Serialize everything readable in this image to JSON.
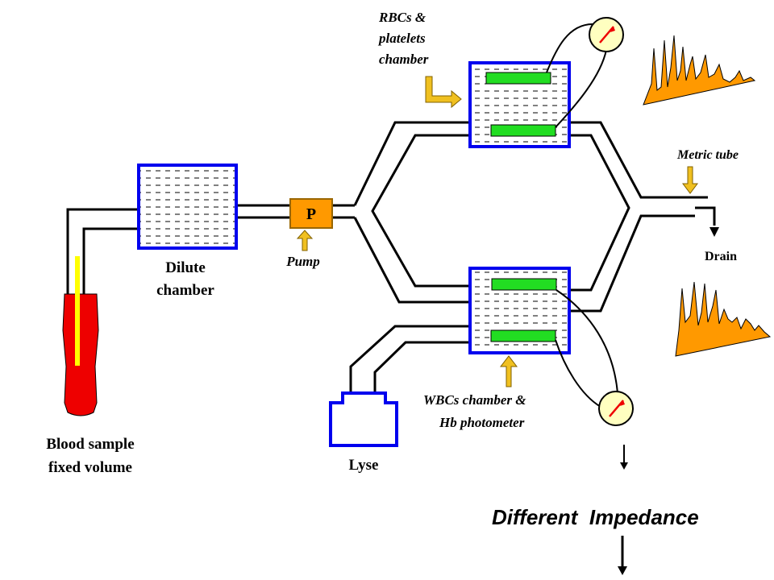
{
  "labels": {
    "blood_sample_line1": "Blood sample",
    "blood_sample_line2": "fixed volume",
    "dilute_line1": "Dilute",
    "dilute_line2": "chamber",
    "pump_box": "P",
    "pump": "Pump",
    "rbc_line1": "RBCs &",
    "rbc_line2": "platelets",
    "rbc_line3": "chamber",
    "metric_tube": "Metric tube",
    "drain": "Drain",
    "wbc_line1": "WBCs chamber &",
    "wbc_line2": "Hb photometer",
    "lyse": "Lyse",
    "impedance": "Different  Impedance"
  },
  "icons": {
    "meter": "gauge-meter-icon",
    "histogram": "impedance-histogram-icon"
  },
  "colors": {
    "chamber_border": "#0000ee",
    "electrode": "#22dd22",
    "pump": "#ff9900",
    "arrow": "#f0c020",
    "tube": "#ee0000",
    "probe": "#ffff00",
    "histogram": "#ff9900",
    "meter": "#ffffc0",
    "needle": "#ee0000"
  }
}
